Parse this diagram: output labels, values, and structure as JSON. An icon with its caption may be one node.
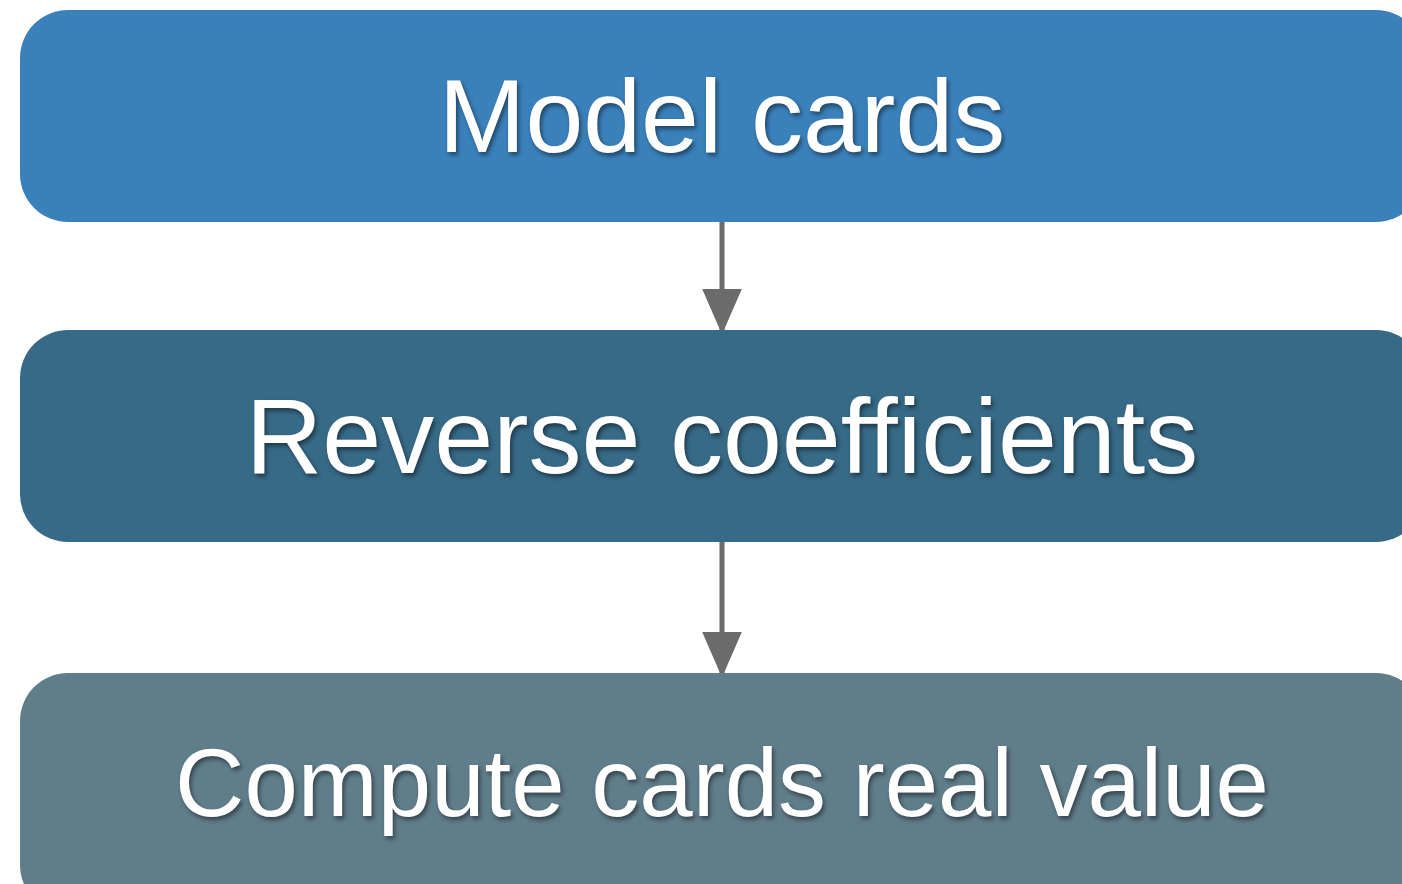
{
  "diagram": {
    "nodes": [
      {
        "text": [
          "Model cards"
        ]
      },
      {
        "text": [
          "Reverse coefficients"
        ]
      },
      {
        "text": [
          "Compute cards real value"
        ]
      }
    ],
    "edges": [
      {
        "from": 0,
        "to": 1,
        "arrow": "to"
      },
      {
        "from": 1,
        "to": 2,
        "arrow": "to"
      }
    ]
  }
}
